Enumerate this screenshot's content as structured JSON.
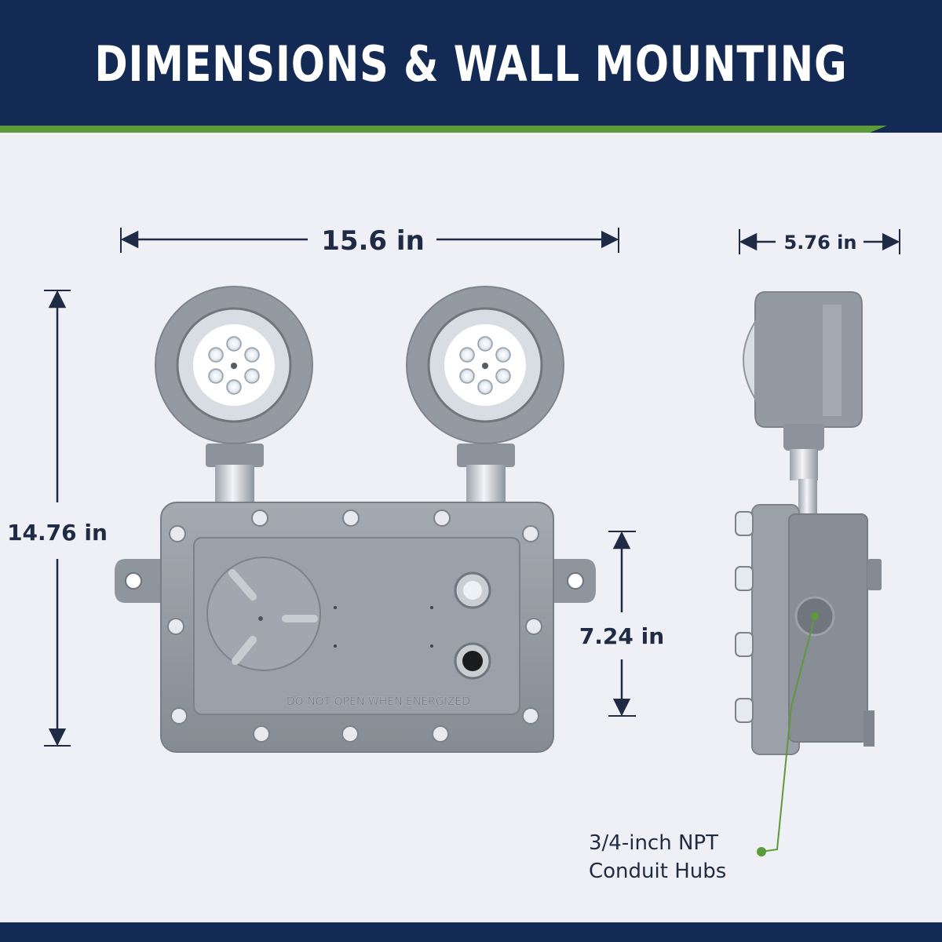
{
  "header": {
    "title": "DIMENSIONS & WALL MOUNTING"
  },
  "colors": {
    "navy": "#132a55",
    "green_accent": "#5d9a3a",
    "housing_gray": "#8f969e",
    "background": "#eef0f5"
  },
  "dimensions": {
    "width": "15.6 in",
    "height": "14.76 in",
    "body_height": "7.24 in",
    "depth": "5.76 in"
  },
  "housing": {
    "warning_text": "DO NOT OPEN WHEN ENERGIZED"
  },
  "callout": {
    "line1": "3/4-inch NPT",
    "line2": "Conduit Hubs"
  }
}
